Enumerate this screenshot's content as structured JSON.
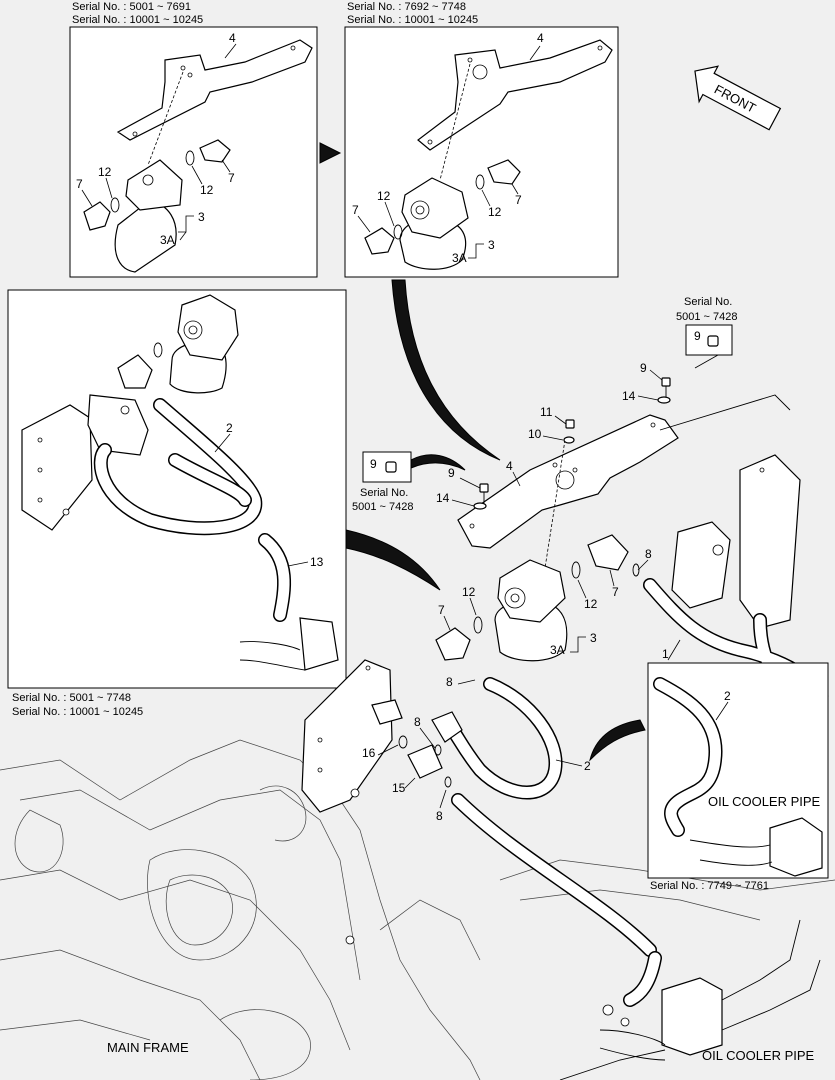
{
  "serials": {
    "top_left": [
      "Serial No. : 5001 ~ 7691",
      "Serial No. : 10001 ~ 10245"
    ],
    "top_middle": [
      "Serial No. : 7692 ~ 7748",
      "Serial No. : 10001 ~ 10245"
    ],
    "left_box": [
      "Serial No. : 5001 ~ 7748",
      "Serial No. : 10001 ~ 10245"
    ],
    "right_box": "Serial No. : 7749 ~ 7761",
    "bolt_right": [
      "Serial No.",
      "5001 ~ 7428"
    ],
    "bolt_left": [
      "Serial No.",
      "5001 ~ 7428"
    ]
  },
  "labels": {
    "front": "FRONT",
    "main_frame": "MAIN FRAME",
    "oil_cooler_pipe_bottom": "OIL COOLER PIPE",
    "oil_cooler_pipe_inset": "OIL COOLER PIPE"
  },
  "callouts": {
    "tl_4": "4",
    "tl_7a": "7",
    "tl_12a": "12",
    "tl_12b": "12",
    "tl_7b": "7",
    "tl_3": "3",
    "tl_3a": "3A",
    "tm_4": "4",
    "tm_7a": "7",
    "tm_12a": "12",
    "tm_12b": "12",
    "tm_7b": "7",
    "tm_3": "3",
    "tm_3a": "3A",
    "lb_2": "2",
    "lb_13": "13",
    "rb_2": "2",
    "m_9a": "9",
    "m_9b": "9",
    "m_9c": "9",
    "m_9d": "9",
    "m_14a": "14",
    "m_14b": "14",
    "m_11": "11",
    "m_10": "10",
    "m_4": "4",
    "m_7a": "7",
    "m_7b": "7",
    "m_12a": "12",
    "m_12b": "12",
    "m_3": "3",
    "m_3a": "3A",
    "m_8a": "8",
    "m_8b": "8",
    "m_8c": "8",
    "m_8d": "8",
    "m_1": "1",
    "m_2": "2",
    "m_16": "16",
    "m_15": "15"
  }
}
